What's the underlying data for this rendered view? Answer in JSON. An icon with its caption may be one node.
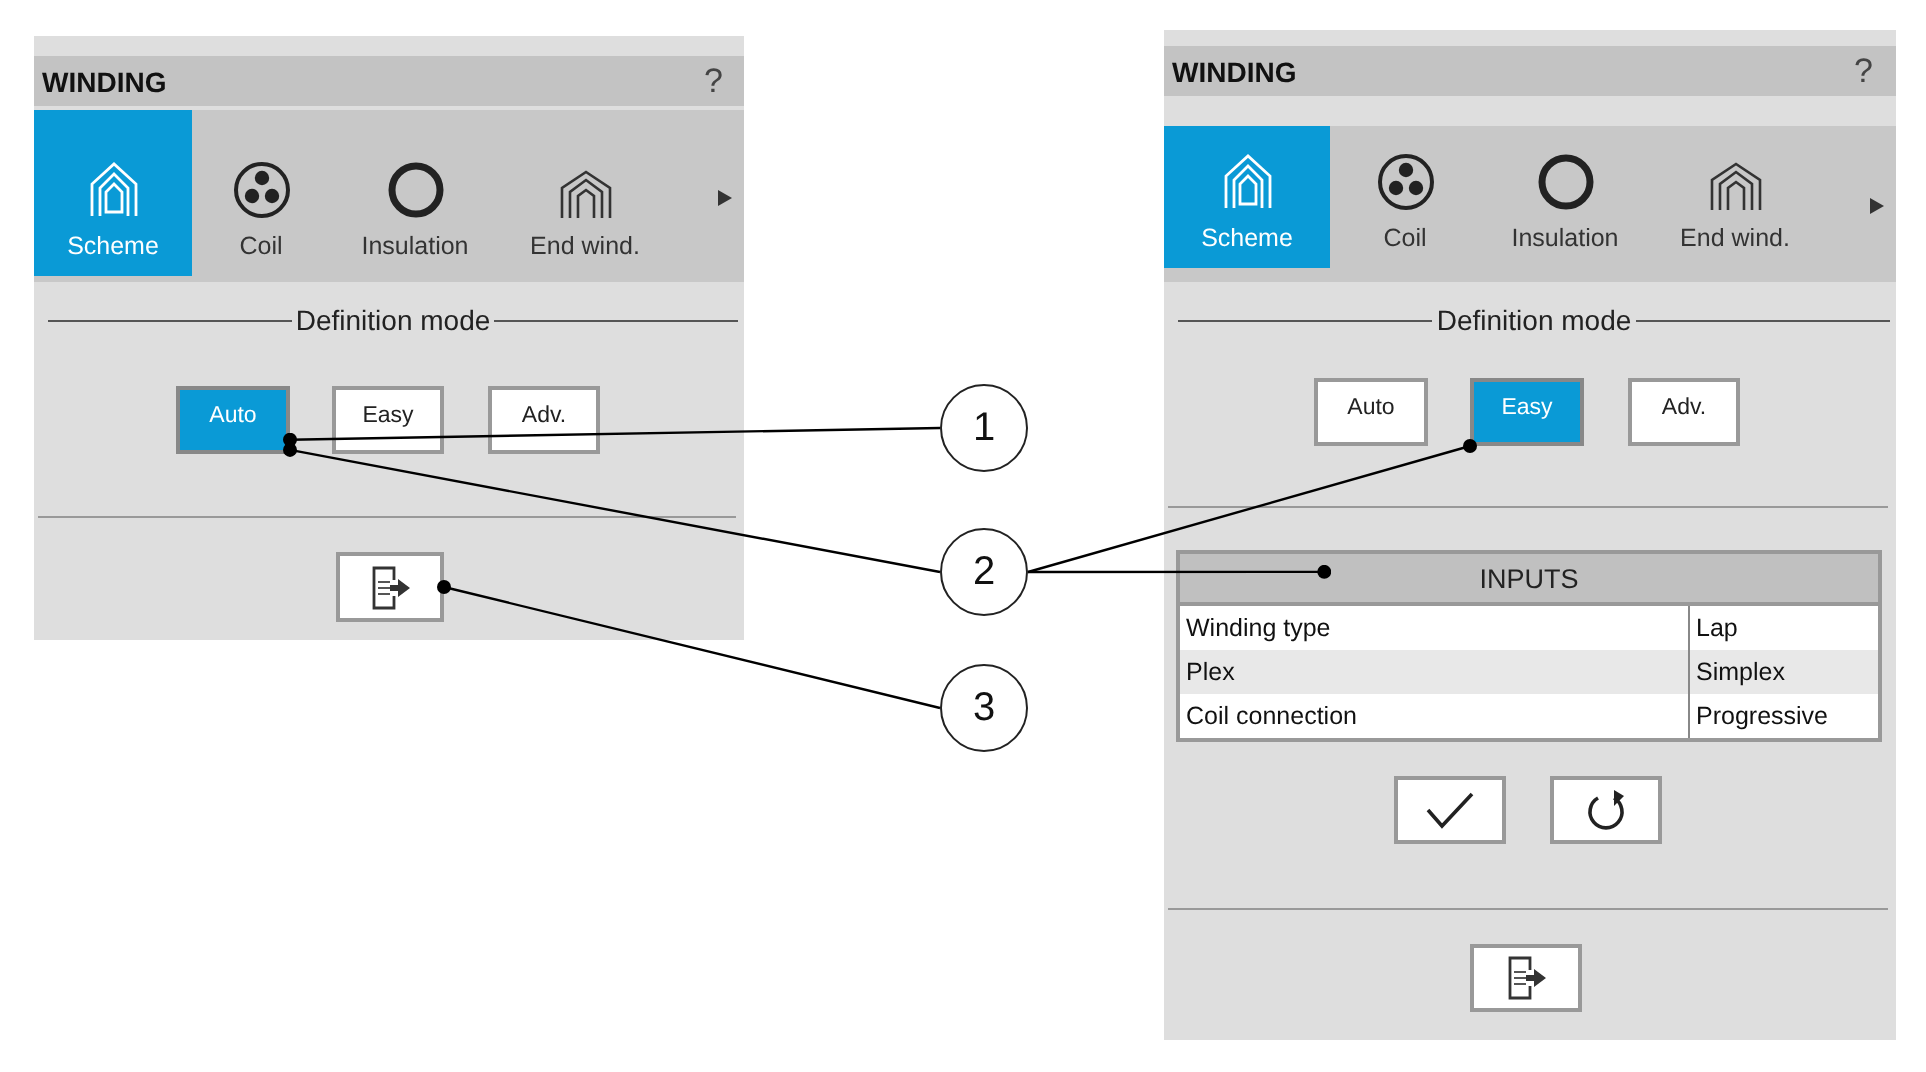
{
  "diagram": {
    "nodes": [
      {
        "text": [
          "WINDING",
          "?",
          "Definition mode"
        ]
      },
      {
        "text": [
          "Scheme"
        ],
        "in": 0
      },
      {
        "text": [
          "Coil"
        ],
        "in": 0
      },
      {
        "text": [
          "Insulation"
        ],
        "in": 0
      },
      {
        "text": [
          "End wind."
        ],
        "in": 0
      },
      {
        "text": [
          "Auto"
        ],
        "in": 0
      },
      {
        "text": [
          "Easy"
        ],
        "in": 0
      },
      {
        "text": [
          "Adv."
        ],
        "in": 0
      },
      {
        "text": [],
        "shape": "box",
        "in": 0
      },
      {
        "text": [
          "1"
        ]
      },
      {
        "text": [
          "2"
        ]
      },
      {
        "text": [
          "3"
        ]
      },
      {
        "text": [
          "WINDING",
          "?",
          "Definition mode"
        ]
      },
      {
        "text": [
          "Scheme"
        ],
        "in": 12
      },
      {
        "text": [
          "Coil"
        ],
        "in": 12
      },
      {
        "text": [
          "Insulation"
        ],
        "in": 12
      },
      {
        "text": [
          "End wind."
        ],
        "in": 12
      },
      {
        "text": [
          "Auto"
        ],
        "in": 12
      },
      {
        "text": [
          "Easy"
        ],
        "in": 12
      },
      {
        "text": [
          "Adv."
        ],
        "in": 12
      },
      {
        "text": [
          "INPUTS"
        ],
        "in": 12
      },
      {
        "text": [],
        "shape": "box",
        "in": 12
      },
      {
        "text": [],
        "shape": "box",
        "in": 12
      },
      {
        "text": [],
        "shape": "box",
        "in": 12
      }
    ],
    "edges": [
      {
        "from": 9,
        "to": 5,
        "arrow": "other"
      },
      {
        "from": 10,
        "to": 5,
        "arrow": "other"
      },
      {
        "from": 10,
        "to": 18,
        "arrow": "other"
      },
      {
        "from": 10,
        "to": 20,
        "arrow": "other"
      },
      {
        "from": 11,
        "to": 8,
        "arrow": "other"
      }
    ],
    "labels": [
      "Winding type",
      "Lap",
      "Plex",
      "Simplex",
      "Coil connection",
      "Progressive"
    ]
  }
}
